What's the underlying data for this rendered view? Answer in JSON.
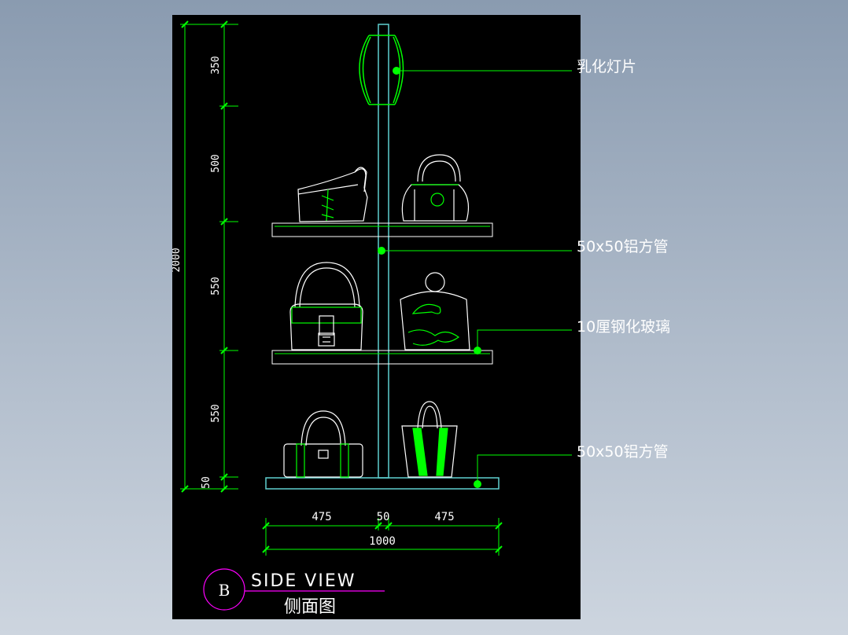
{
  "drawing": {
    "vertical_dimensions": [
      "350",
      "500",
      "550",
      "550",
      "50"
    ],
    "total_height": "2000",
    "horizontal_dimensions": [
      "475",
      "50",
      "475"
    ],
    "total_width": "1000"
  },
  "callouts": [
    "乳化灯片",
    "50x50铝方管",
    "10厘钢化玻璃",
    "50x50铝方管"
  ],
  "title_block": {
    "marker": "B",
    "title_en": "SIDE VIEW",
    "title_cn": "侧面图"
  },
  "colors": {
    "background": "#000000",
    "dimension": "#00ff00",
    "linework": "#ffffff",
    "pole": "#5fd0d0",
    "title_marker": "#ff00ff",
    "accent": "#00ff00"
  }
}
